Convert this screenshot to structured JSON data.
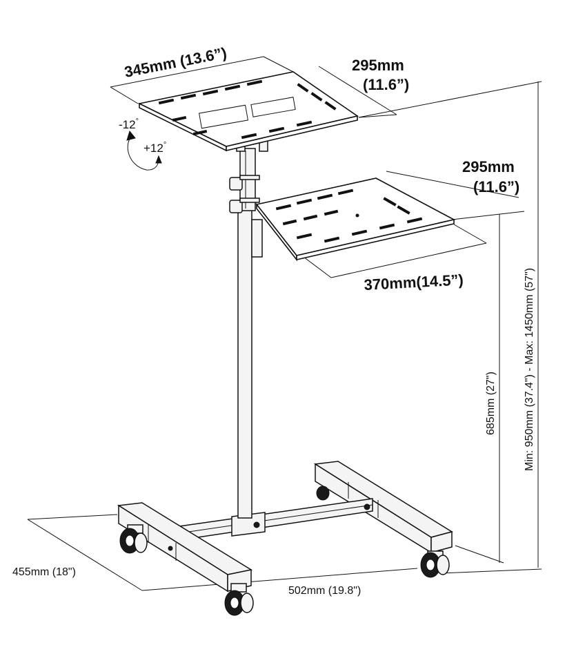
{
  "colors": {
    "line": "#111111",
    "background": "#ffffff"
  },
  "dimensions": {
    "top_tray_width": "345mm (13.6”)",
    "top_tray_depth_mm": "295mm",
    "top_tray_depth_in": "(11.6”)",
    "side_tray_depth_mm": "295mm",
    "side_tray_depth_in": "(11.6”)",
    "side_tray_width": "370mm(14.5”)",
    "tilt_minus": "-12",
    "tilt_plus": "+12",
    "degree_symbol": "°",
    "side_tray_height": "685mm (27\")",
    "overall_height": "Min: 950mm (37.4\") - Max: 1450mm (57\")",
    "base_depth": "455mm (18\")",
    "base_width": "502mm (19.8\")"
  }
}
